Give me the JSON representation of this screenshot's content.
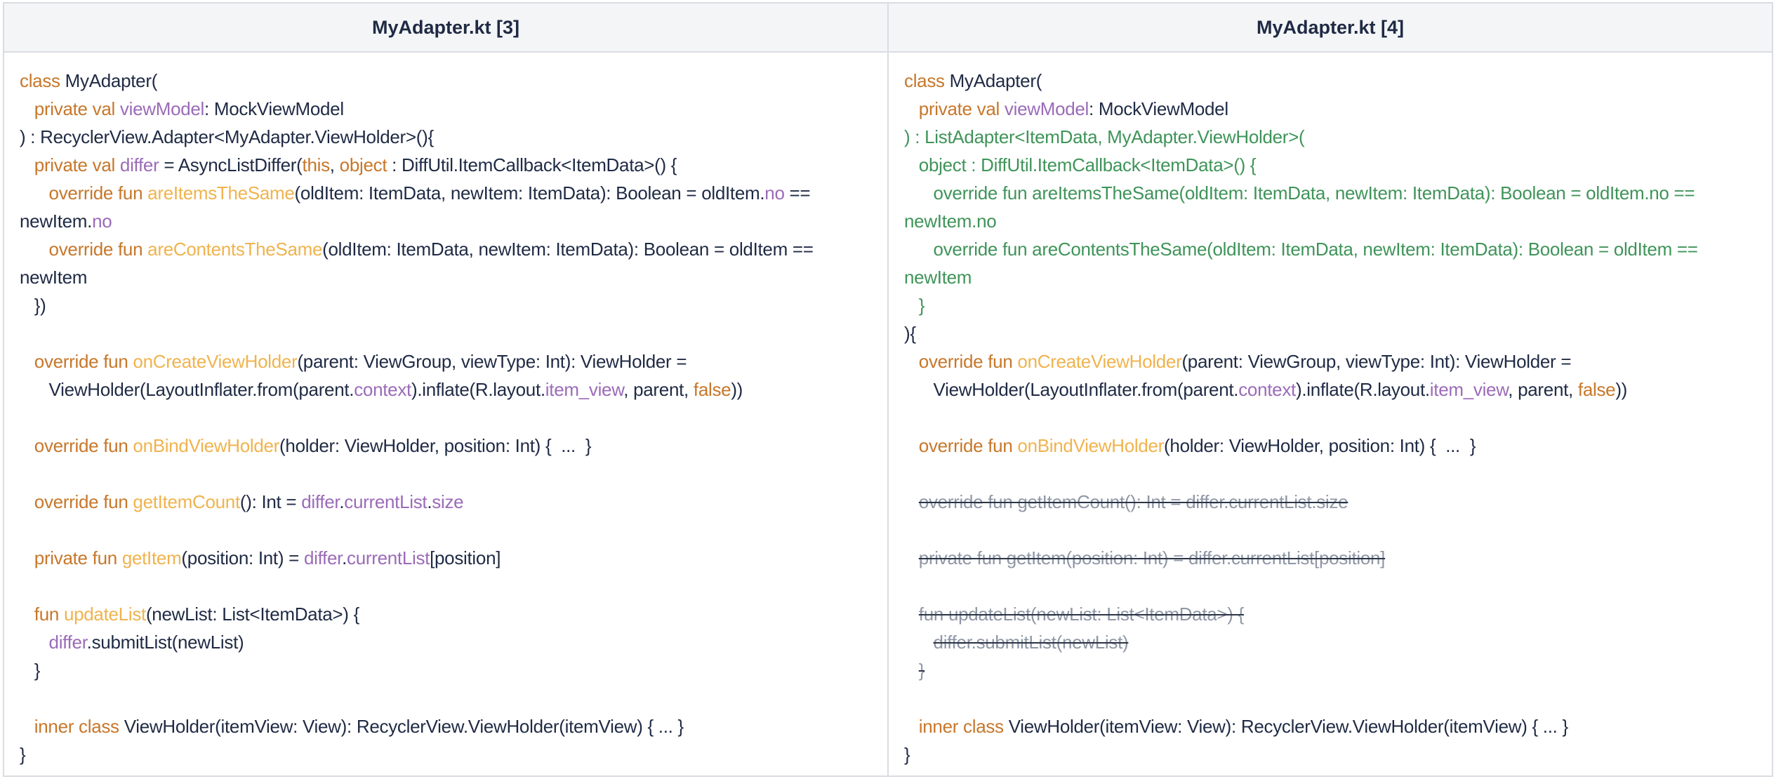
{
  "colors": {
    "keyword": "#c7772a",
    "function": "#f0b34e",
    "property": "#9b6bb8",
    "text": "#1f2a44",
    "added": "#3f9459",
    "removed": "#8f97a6",
    "header_bg": "#f4f5f7",
    "border": "#d9dce1"
  },
  "panels": [
    {
      "title": "MyAdapter.kt [3]",
      "lines": [
        {
          "indent": "",
          "parts": [
            {
              "t": "class",
              "c": "kw"
            },
            {
              "t": " MyAdapter(",
              "c": "tx"
            }
          ]
        },
        {
          "indent": "   ",
          "parts": [
            {
              "t": "private val ",
              "c": "kw"
            },
            {
              "t": "viewModel",
              "c": "pr"
            },
            {
              "t": ": MockViewModel",
              "c": "tx"
            }
          ]
        },
        {
          "indent": "",
          "parts": [
            {
              "t": ") : RecyclerView.Adapter<MyAdapter.ViewHolder>(){",
              "c": "tx"
            }
          ]
        },
        {
          "indent": "   ",
          "parts": [
            {
              "t": "private val ",
              "c": "kw"
            },
            {
              "t": "differ",
              "c": "pr"
            },
            {
              "t": " = AsyncListDiffer(",
              "c": "tx"
            },
            {
              "t": "this",
              "c": "kw"
            },
            {
              "t": ", ",
              "c": "tx"
            },
            {
              "t": "object",
              "c": "kw"
            },
            {
              "t": " : DiffUtil.ItemCallback<ItemData>() {",
              "c": "tx"
            }
          ]
        },
        {
          "indent": "      ",
          "parts": [
            {
              "t": "override fun ",
              "c": "kw"
            },
            {
              "t": "areItemsTheSame",
              "c": "fn"
            },
            {
              "t": "(oldItem: ItemData, newItem: ItemData): Boolean = oldItem.",
              "c": "tx"
            },
            {
              "t": "no",
              "c": "pr"
            },
            {
              "t": " ==",
              "c": "tx"
            }
          ]
        },
        {
          "indent": "",
          "parts": [
            {
              "t": "newItem.",
              "c": "tx"
            },
            {
              "t": "no",
              "c": "pr"
            }
          ]
        },
        {
          "indent": "      ",
          "parts": [
            {
              "t": "override fun ",
              "c": "kw"
            },
            {
              "t": "areContentsTheSame",
              "c": "fn"
            },
            {
              "t": "(oldItem: ItemData, newItem: ItemData): Boolean = oldItem ==",
              "c": "tx"
            }
          ]
        },
        {
          "indent": "",
          "parts": [
            {
              "t": "newItem",
              "c": "tx"
            }
          ]
        },
        {
          "indent": "   ",
          "parts": [
            {
              "t": "})",
              "c": "tx"
            }
          ]
        },
        {
          "indent": "",
          "parts": []
        },
        {
          "indent": "   ",
          "parts": [
            {
              "t": "override fun ",
              "c": "kw"
            },
            {
              "t": "onCreateViewHolder",
              "c": "fn"
            },
            {
              "t": "(parent: ViewGroup, viewType: Int): ViewHolder =",
              "c": "tx"
            }
          ]
        },
        {
          "indent": "      ",
          "parts": [
            {
              "t": "ViewHolder(LayoutInflater.from(parent.",
              "c": "tx"
            },
            {
              "t": "context",
              "c": "pr"
            },
            {
              "t": ").inflate(R.layout.",
              "c": "tx"
            },
            {
              "t": "item_view",
              "c": "pr"
            },
            {
              "t": ", parent, ",
              "c": "tx"
            },
            {
              "t": "false",
              "c": "kw"
            },
            {
              "t": "))",
              "c": "tx"
            }
          ]
        },
        {
          "indent": "",
          "parts": []
        },
        {
          "indent": "   ",
          "parts": [
            {
              "t": "override fun ",
              "c": "kw"
            },
            {
              "t": "onBindViewHolder",
              "c": "fn"
            },
            {
              "t": "(holder: ViewHolder, position: Int) {  ...  }",
              "c": "tx"
            }
          ]
        },
        {
          "indent": "",
          "parts": []
        },
        {
          "indent": "   ",
          "parts": [
            {
              "t": "override fun ",
              "c": "kw"
            },
            {
              "t": "getItemCount",
              "c": "fn"
            },
            {
              "t": "(): Int = ",
              "c": "tx"
            },
            {
              "t": "differ",
              "c": "pr"
            },
            {
              "t": ".",
              "c": "tx"
            },
            {
              "t": "currentList",
              "c": "pr"
            },
            {
              "t": ".",
              "c": "tx"
            },
            {
              "t": "size",
              "c": "pr"
            }
          ]
        },
        {
          "indent": "",
          "parts": []
        },
        {
          "indent": "   ",
          "parts": [
            {
              "t": "private fun ",
              "c": "kw"
            },
            {
              "t": "getItem",
              "c": "fn"
            },
            {
              "t": "(position: Int) = ",
              "c": "tx"
            },
            {
              "t": "differ",
              "c": "pr"
            },
            {
              "t": ".",
              "c": "tx"
            },
            {
              "t": "currentList",
              "c": "pr"
            },
            {
              "t": "[position]",
              "c": "tx"
            }
          ]
        },
        {
          "indent": "",
          "parts": []
        },
        {
          "indent": "   ",
          "parts": [
            {
              "t": "fun ",
              "c": "kw"
            },
            {
              "t": "updateList",
              "c": "fn"
            },
            {
              "t": "(newList: List<ItemData>) {",
              "c": "tx"
            }
          ]
        },
        {
          "indent": "      ",
          "parts": [
            {
              "t": "differ",
              "c": "pr"
            },
            {
              "t": ".submitList(newList)",
              "c": "tx"
            }
          ]
        },
        {
          "indent": "   ",
          "parts": [
            {
              "t": "}",
              "c": "tx"
            }
          ]
        },
        {
          "indent": "",
          "parts": []
        },
        {
          "indent": "   ",
          "parts": [
            {
              "t": "inner class ",
              "c": "kw"
            },
            {
              "t": "ViewHolder(itemView: View): RecyclerView.ViewHolder(itemView) { ... }",
              "c": "tx"
            }
          ]
        },
        {
          "indent": "",
          "parts": [
            {
              "t": "}",
              "c": "tx"
            }
          ]
        }
      ]
    },
    {
      "title": "MyAdapter.kt [4]",
      "lines": [
        {
          "indent": "",
          "parts": [
            {
              "t": "class",
              "c": "kw"
            },
            {
              "t": " MyAdapter(",
              "c": "tx"
            }
          ]
        },
        {
          "indent": "   ",
          "parts": [
            {
              "t": "private val ",
              "c": "kw"
            },
            {
              "t": "viewModel",
              "c": "pr"
            },
            {
              "t": ": MockViewModel",
              "c": "tx"
            }
          ]
        },
        {
          "indent": "",
          "parts": [
            {
              "t": ") : ListAdapter<ItemData, MyAdapter.ViewHolder>(",
              "c": "ad"
            }
          ]
        },
        {
          "indent": "   ",
          "parts": [
            {
              "t": "object : DiffUtil.ItemCallback<ItemData>() {",
              "c": "ad"
            }
          ]
        },
        {
          "indent": "      ",
          "parts": [
            {
              "t": "override fun areItemsTheSame(oldItem: ItemData, newItem: ItemData): Boolean = oldItem.no ==",
              "c": "ad"
            }
          ]
        },
        {
          "indent": "",
          "parts": [
            {
              "t": "newItem.no",
              "c": "ad"
            }
          ]
        },
        {
          "indent": "      ",
          "parts": [
            {
              "t": "override fun areContentsTheSame(oldItem: ItemData, newItem: ItemData): Boolean = oldItem ==",
              "c": "ad"
            }
          ]
        },
        {
          "indent": "",
          "parts": [
            {
              "t": "newItem",
              "c": "ad"
            }
          ]
        },
        {
          "indent": "   ",
          "parts": [
            {
              "t": "}",
              "c": "ad"
            }
          ]
        },
        {
          "indent": "",
          "parts": [
            {
              "t": "){",
              "c": "tx"
            }
          ]
        },
        {
          "indent": "   ",
          "parts": [
            {
              "t": "override fun ",
              "c": "kw"
            },
            {
              "t": "onCreateViewHolder",
              "c": "fn"
            },
            {
              "t": "(parent: ViewGroup, viewType: Int): ViewHolder =",
              "c": "tx"
            }
          ]
        },
        {
          "indent": "      ",
          "parts": [
            {
              "t": "ViewHolder(LayoutInflater.from(parent.",
              "c": "tx"
            },
            {
              "t": "context",
              "c": "pr"
            },
            {
              "t": ").inflate(R.layout.",
              "c": "tx"
            },
            {
              "t": "item_view",
              "c": "pr"
            },
            {
              "t": ", parent, ",
              "c": "tx"
            },
            {
              "t": "false",
              "c": "kw"
            },
            {
              "t": "))",
              "c": "tx"
            }
          ]
        },
        {
          "indent": "",
          "parts": []
        },
        {
          "indent": "   ",
          "parts": [
            {
              "t": "override fun ",
              "c": "kw"
            },
            {
              "t": "onBindViewHolder",
              "c": "fn"
            },
            {
              "t": "(holder: ViewHolder, position: Int) {  ...  }",
              "c": "tx"
            }
          ]
        },
        {
          "indent": "",
          "parts": []
        },
        {
          "indent": "   ",
          "del": true,
          "parts": [
            {
              "t": "override fun getItemCount(): Int = differ.currentList.size",
              "c": "tx"
            }
          ]
        },
        {
          "indent": "",
          "parts": []
        },
        {
          "indent": "   ",
          "del": true,
          "parts": [
            {
              "t": "private fun getItem(position: Int) = differ.currentList[position]",
              "c": "tx"
            }
          ]
        },
        {
          "indent": "",
          "parts": []
        },
        {
          "indent": "   ",
          "del": true,
          "parts": [
            {
              "t": "fun updateList(newList: List<ItemData>) {",
              "c": "tx"
            }
          ]
        },
        {
          "indent": "      ",
          "del": true,
          "parts": [
            {
              "t": "differ.submitList(newList)",
              "c": "tx"
            }
          ]
        },
        {
          "indent": "   ",
          "del": true,
          "parts": [
            {
              "t": "}",
              "c": "tx"
            }
          ]
        },
        {
          "indent": "",
          "parts": []
        },
        {
          "indent": "   ",
          "parts": [
            {
              "t": "inner class ",
              "c": "kw"
            },
            {
              "t": "ViewHolder(itemView: View): RecyclerView.ViewHolder(itemView) { ... }",
              "c": "tx"
            }
          ]
        },
        {
          "indent": "",
          "parts": [
            {
              "t": "}",
              "c": "tx"
            }
          ]
        }
      ]
    }
  ]
}
